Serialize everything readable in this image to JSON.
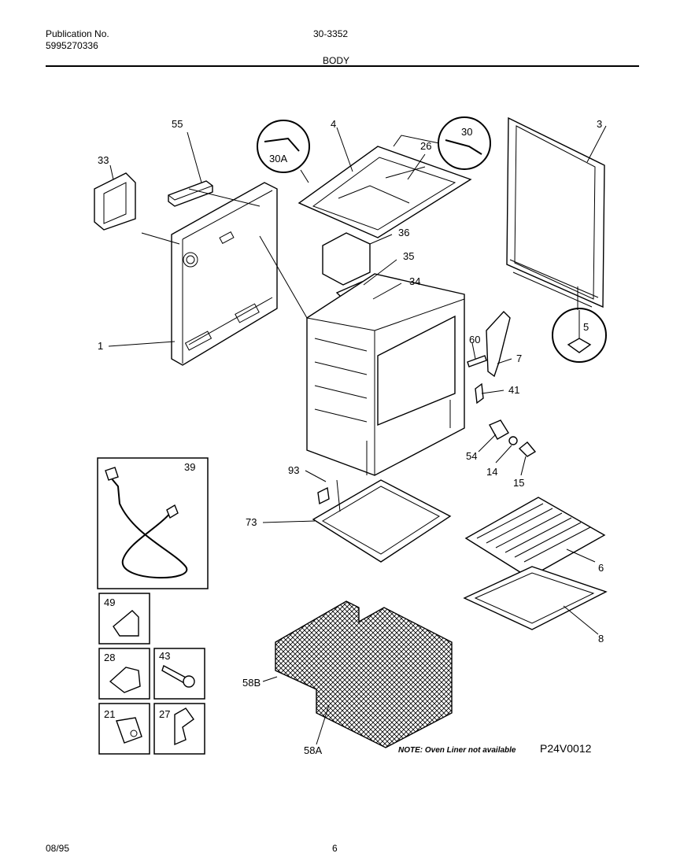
{
  "header": {
    "publication_label": "Publication No.",
    "publication_number": "5995270336",
    "document_number": "30-3352",
    "section_title": "BODY"
  },
  "diagram": {
    "part_labels": [
      "1",
      "3",
      "4",
      "5",
      "6",
      "7",
      "8",
      "14",
      "15",
      "21",
      "26",
      "27",
      "28",
      "30",
      "30A",
      "33",
      "34",
      "35",
      "36",
      "39",
      "41",
      "43",
      "49",
      "54",
      "55",
      "58A",
      "58B",
      "60",
      "73",
      "93"
    ],
    "note": "NOTE: Oven Liner not available",
    "figure_code": "P24V0012"
  },
  "footer": {
    "date": "08/95",
    "page_number": "6"
  }
}
